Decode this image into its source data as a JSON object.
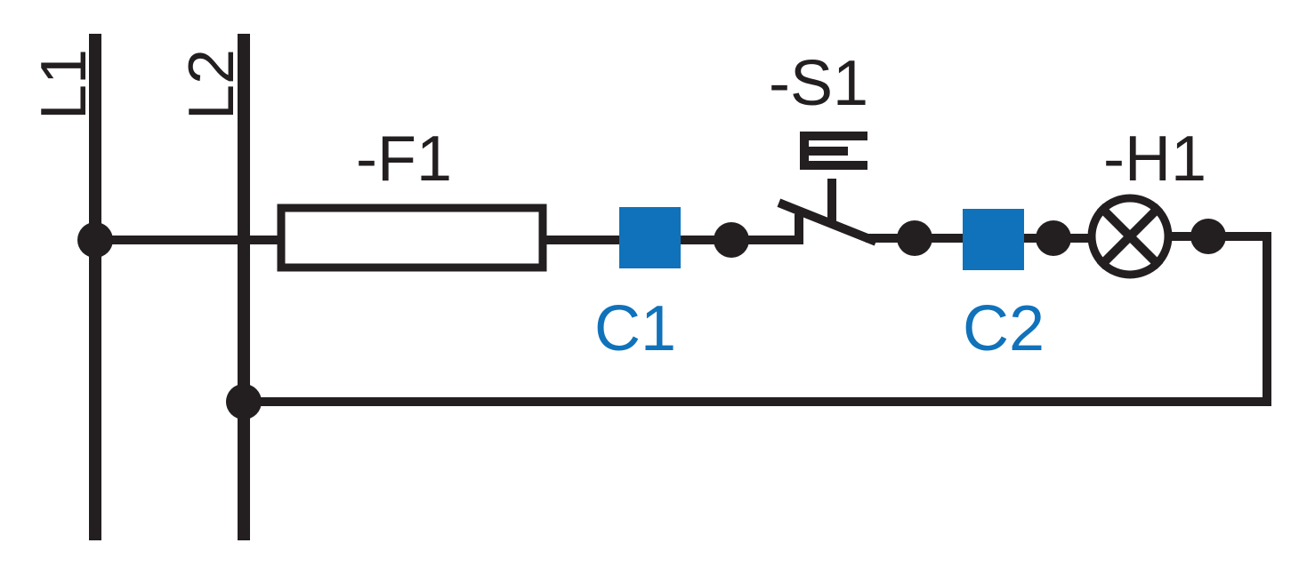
{
  "diagram": {
    "rails": [
      {
        "name": "rail-l1",
        "label": "L1"
      },
      {
        "name": "rail-l2",
        "label": "L2"
      }
    ],
    "components": {
      "fuse": {
        "label": "-F1"
      },
      "switch": {
        "label": "-S1"
      },
      "lamp": {
        "label": "-H1"
      }
    },
    "connectors": [
      {
        "name": "connector-c1",
        "label": "C1"
      },
      {
        "name": "connector-c2",
        "label": "C2"
      }
    ],
    "colors": {
      "wire": "#231f20",
      "connector": "#1072ba"
    }
  }
}
